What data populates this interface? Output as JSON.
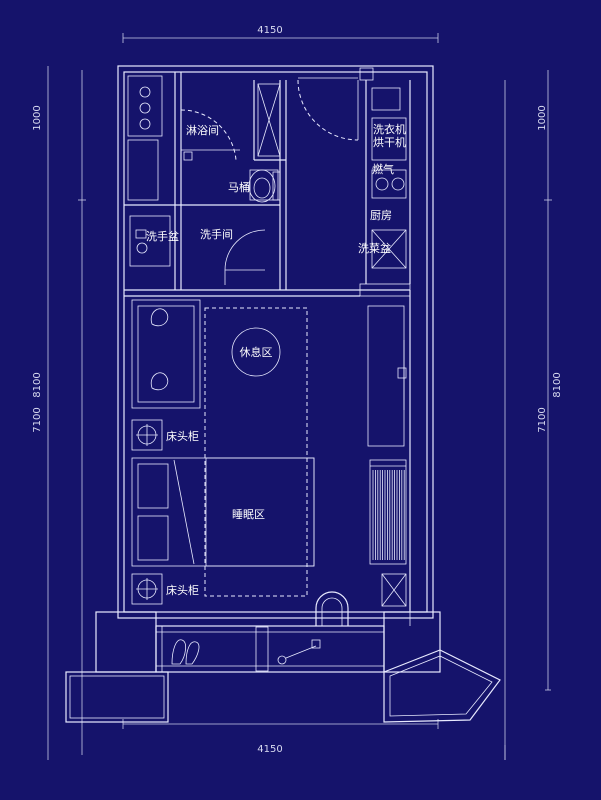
{
  "dimensions": {
    "top_width": "4150",
    "bottom_width": "4150",
    "left_top": "1000",
    "left_total": "8100",
    "left_mid": "7100",
    "right_top": "1000",
    "right_total": "8100",
    "right_mid": "7100"
  },
  "rooms": {
    "shower": "淋浴间",
    "toilet": "马桶",
    "washroom": "洗手间",
    "wash_basin": "洗手盆",
    "washer_dryer_line1": "洗衣机",
    "washer_dryer_line2": "烘干机",
    "gas_stove": "燃气",
    "kitchen": "厨房",
    "kitchen_sink": "洗菜盆",
    "lounge": "休息区",
    "bedside_top": "床头柜",
    "sleeping_area": "睡眠区",
    "bedside_bottom": "床头柜"
  },
  "colors": {
    "background": "#15136b",
    "lines": "#e8eaff"
  }
}
